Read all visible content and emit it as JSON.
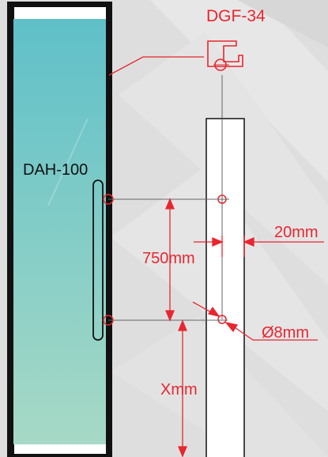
{
  "labels": {
    "profile_code": "DGF-34",
    "handle_code": "DAH-100",
    "spacing": "750mm",
    "edge_distance": "20mm",
    "hole_diameter": "Ø8mm",
    "floor_height": "Xmm"
  },
  "colors": {
    "background": "#dedede",
    "glass_top": "#5fc0c8",
    "glass_bottom": "#a7d9c6",
    "annotation": "#e8262f",
    "outline": "#111111"
  }
}
